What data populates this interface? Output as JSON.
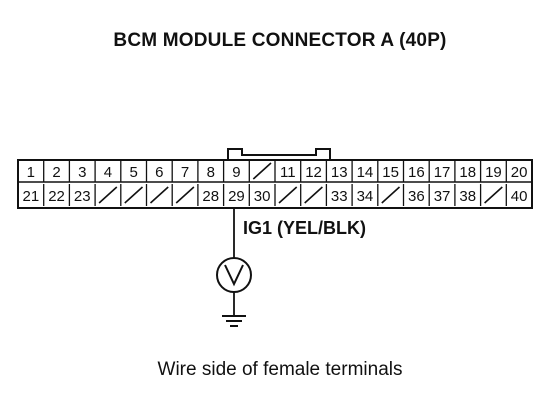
{
  "title": "BCM MODULE CONNECTOR A (40P)",
  "caption": "Wire side of female terminals",
  "wire_label": "IG1 (YEL/BLK)",
  "connector": {
    "top_row": [
      "1",
      "2",
      "3",
      "4",
      "5",
      "6",
      "7",
      "8",
      "9",
      "/",
      "11",
      "12",
      "13",
      "14",
      "15",
      "16",
      "17",
      "18",
      "19",
      "20"
    ],
    "bottom_row": [
      "21",
      "22",
      "23",
      "/",
      "/",
      "/",
      "/",
      "28",
      "29",
      "30",
      "/",
      "/",
      "33",
      "34",
      "/",
      "36",
      "37",
      "38",
      "/",
      "40"
    ],
    "probe_terminal": "29"
  },
  "symbols": {
    "meter": "voltmeter-icon",
    "ground": "ground-icon"
  }
}
